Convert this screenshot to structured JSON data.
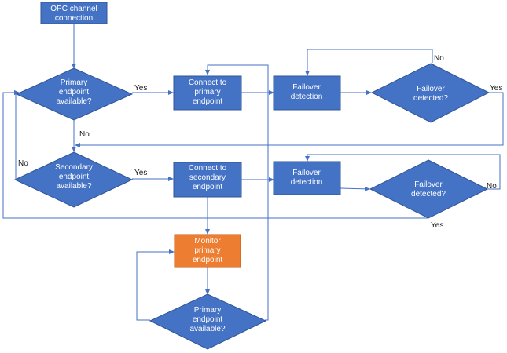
{
  "colors": {
    "shape_fill": "#4472c4",
    "shape_stroke": "#2f5597",
    "highlight_fill": "#ed7d31",
    "highlight_stroke": "#c55a11",
    "edge": "#4472c4",
    "label_text": "#1a1a1a"
  },
  "nodes": {
    "start": {
      "kind": "process",
      "lines": [
        "OPC channel",
        "connection"
      ]
    },
    "primary_available": {
      "kind": "decision",
      "lines": [
        "Primary",
        "endpoint",
        "available?"
      ]
    },
    "connect_primary": {
      "kind": "process",
      "lines": [
        "Connect to",
        "primary",
        "endpoint"
      ]
    },
    "failover_detection_1": {
      "kind": "process",
      "lines": [
        "Failover",
        "detection"
      ]
    },
    "failover_detected_1": {
      "kind": "decision",
      "lines": [
        "Failover",
        "detected?"
      ]
    },
    "secondary_available": {
      "kind": "decision",
      "lines": [
        "Secondary",
        "endpoint",
        "available?"
      ]
    },
    "connect_secondary": {
      "kind": "process",
      "lines": [
        "Connect to",
        "secondary",
        "endpoint"
      ]
    },
    "failover_detection_2": {
      "kind": "process",
      "lines": [
        "Failover",
        "detection"
      ]
    },
    "failover_detected_2": {
      "kind": "decision",
      "lines": [
        "Failover",
        "detected?"
      ]
    },
    "monitor_primary": {
      "kind": "process-highlight",
      "lines": [
        "Monitor",
        "primary",
        "endpoint"
      ]
    },
    "primary_available_2": {
      "kind": "decision",
      "lines": [
        "Primary",
        "endpoint",
        "available?"
      ]
    }
  },
  "edge_labels": {
    "primary_yes": "Yes",
    "primary_no": "No",
    "failover1_no": "No",
    "failover1_yes": "Yes",
    "secondary_no": "No",
    "secondary_yes": "Yes",
    "failover2_no": "No",
    "failover2_yes": "Yes"
  }
}
